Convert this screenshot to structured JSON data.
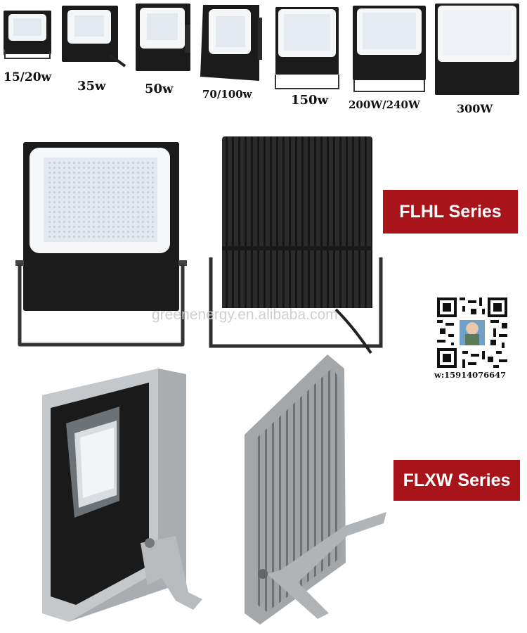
{
  "sizes": [
    "15/20w",
    "35w",
    "50w",
    "70/100w",
    "150w",
    "200W/240W",
    "300W"
  ],
  "series": {
    "flhl": "FLHL Series",
    "flxw": "FLXW Series"
  },
  "watermark": "greenenergy.en.alibaba.com",
  "contact": {
    "wechat": "w:15914076647"
  },
  "colors": {
    "badge": "#a8141a",
    "black_housing": "#1b1b1b",
    "grey_housing": "#a9adb0",
    "led_panel": "#eef1f5"
  }
}
